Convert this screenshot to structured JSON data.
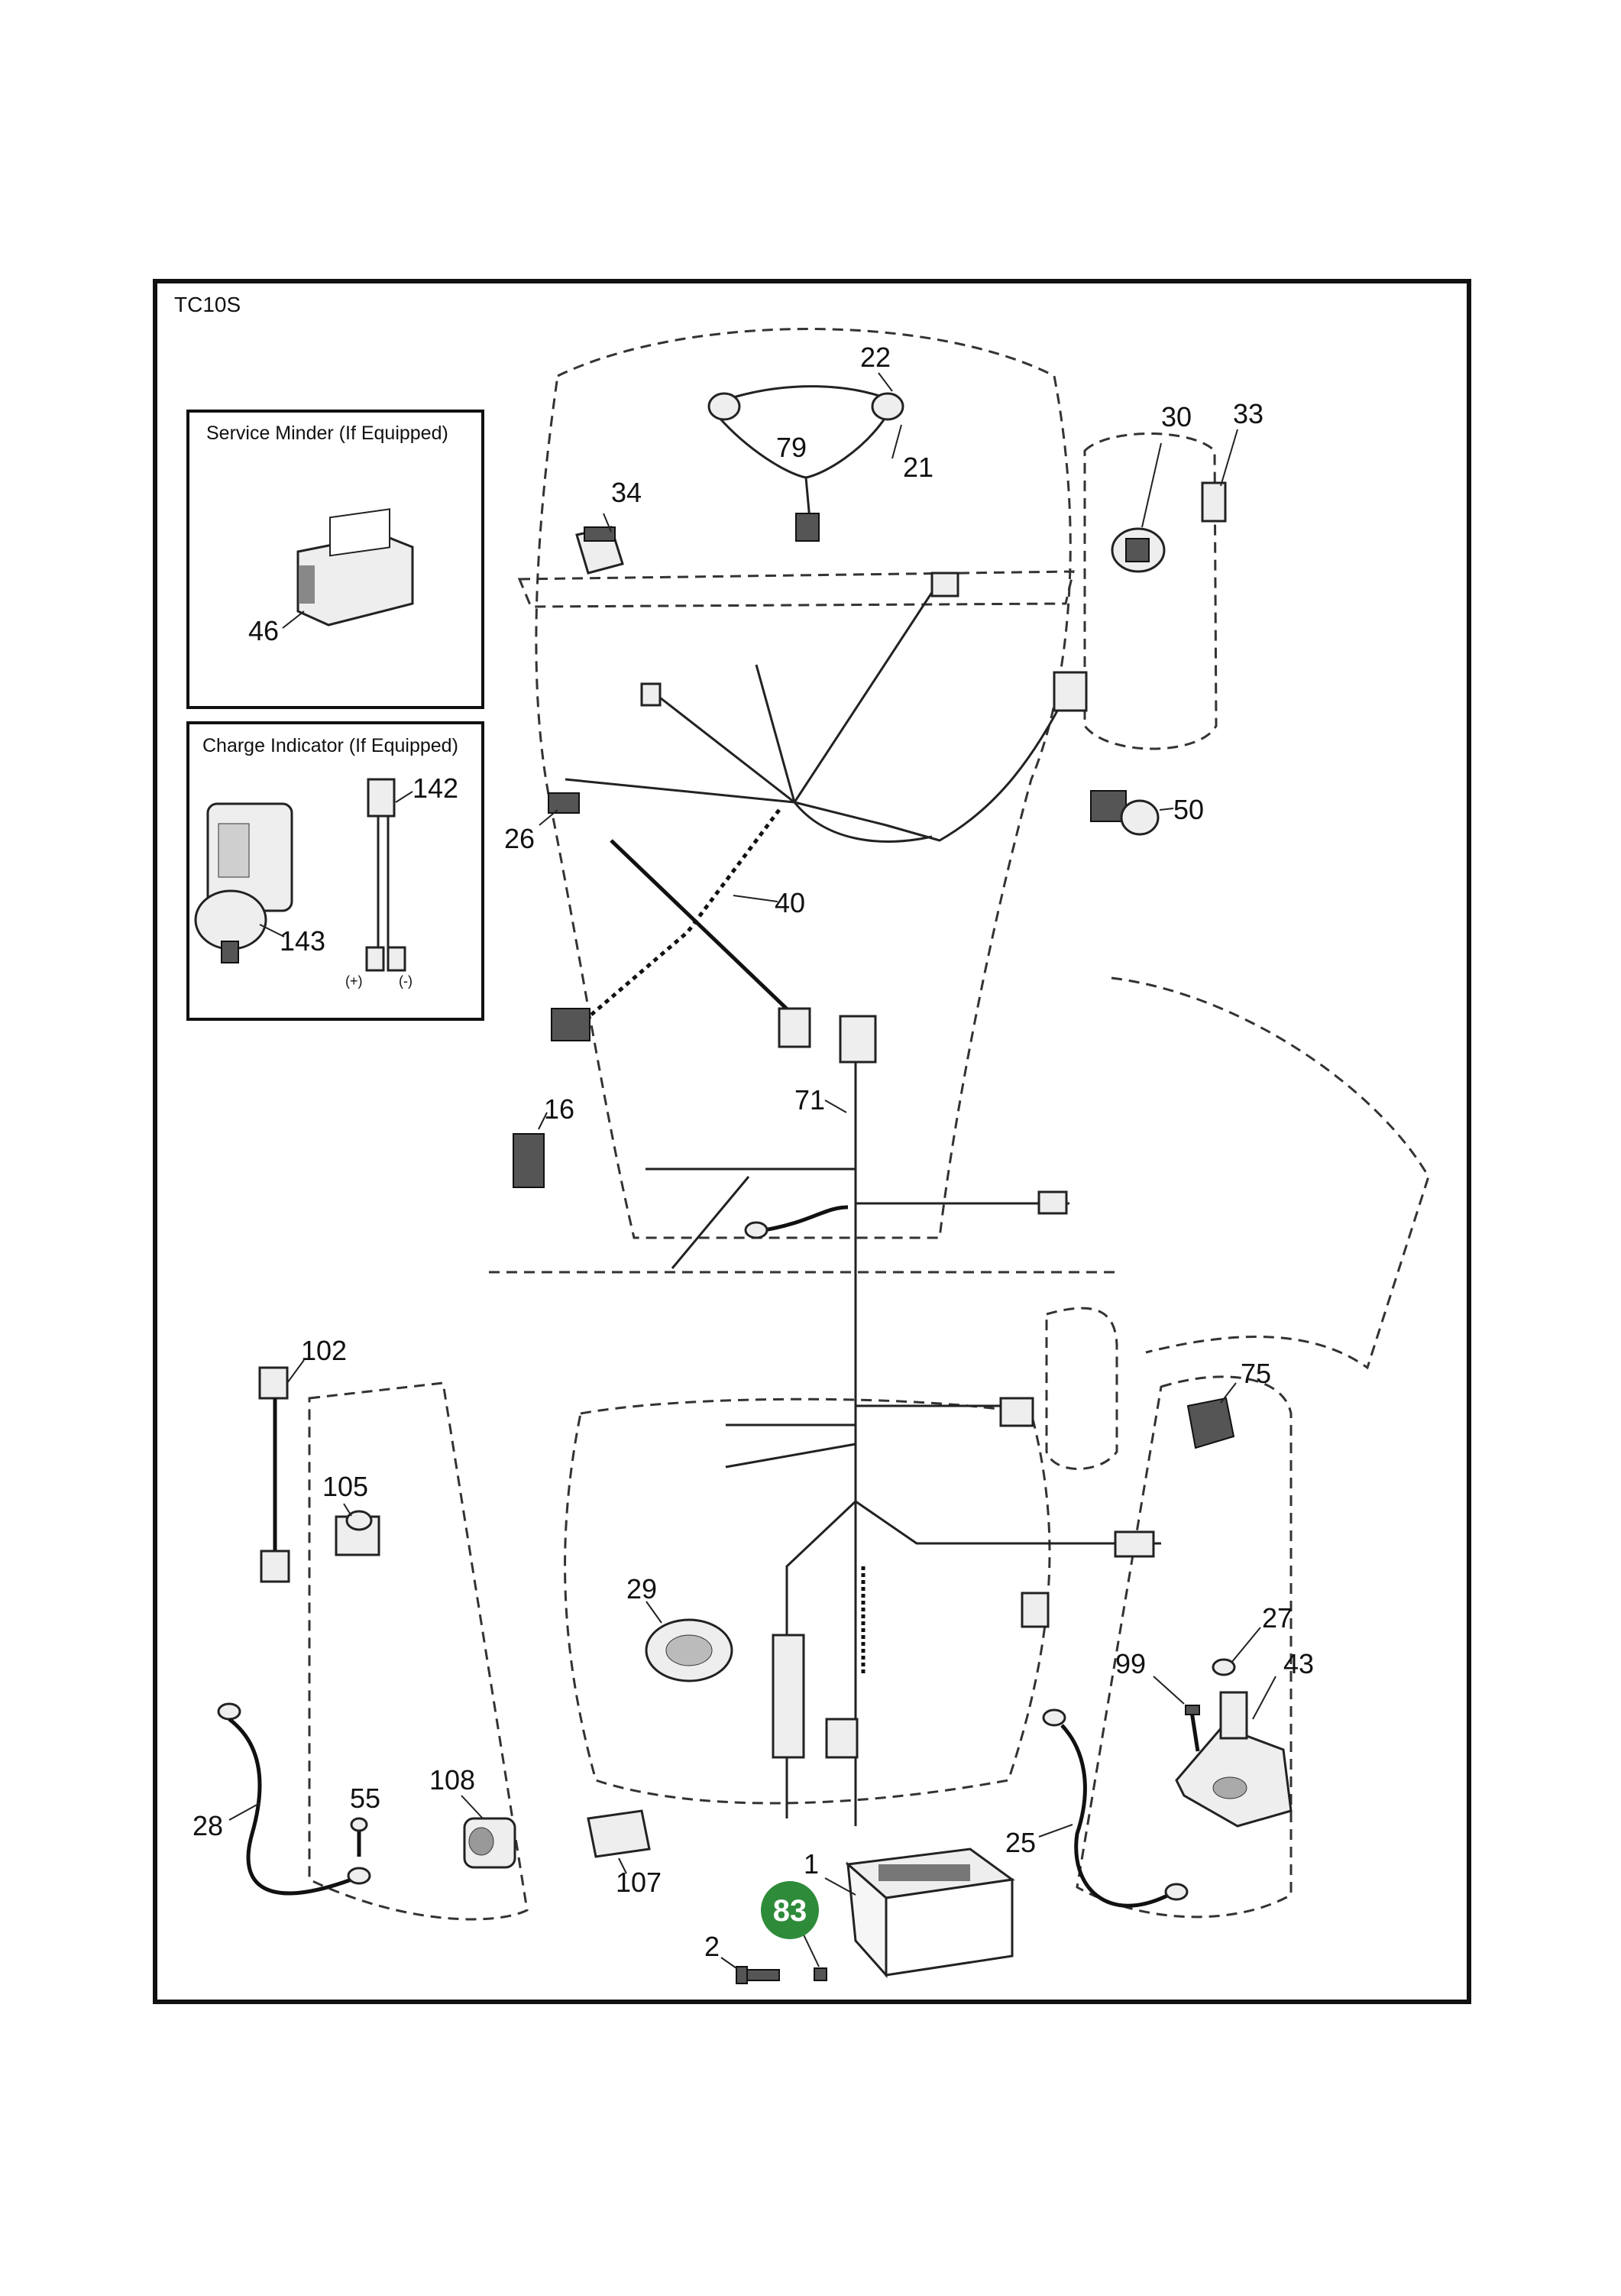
{
  "diagram": {
    "frame_label": "TC10S",
    "insets": {
      "service_minder_title": "Service Minder (If Equipped)",
      "charge_indicator_title": "Charge Indicator (If Equipped)",
      "charge_indicator_polarity": [
        "(+)",
        "(-)"
      ]
    },
    "highlighted_part": "83",
    "highlight_color": "#2e8b3a",
    "callouts": [
      "22",
      "79",
      "21",
      "30",
      "33",
      "34",
      "46",
      "142",
      "26",
      "143",
      "40",
      "50",
      "16",
      "71",
      "102",
      "75",
      "105",
      "29",
      "27",
      "99",
      "43",
      "28",
      "55",
      "108",
      "25",
      "107",
      "1",
      "2"
    ]
  }
}
